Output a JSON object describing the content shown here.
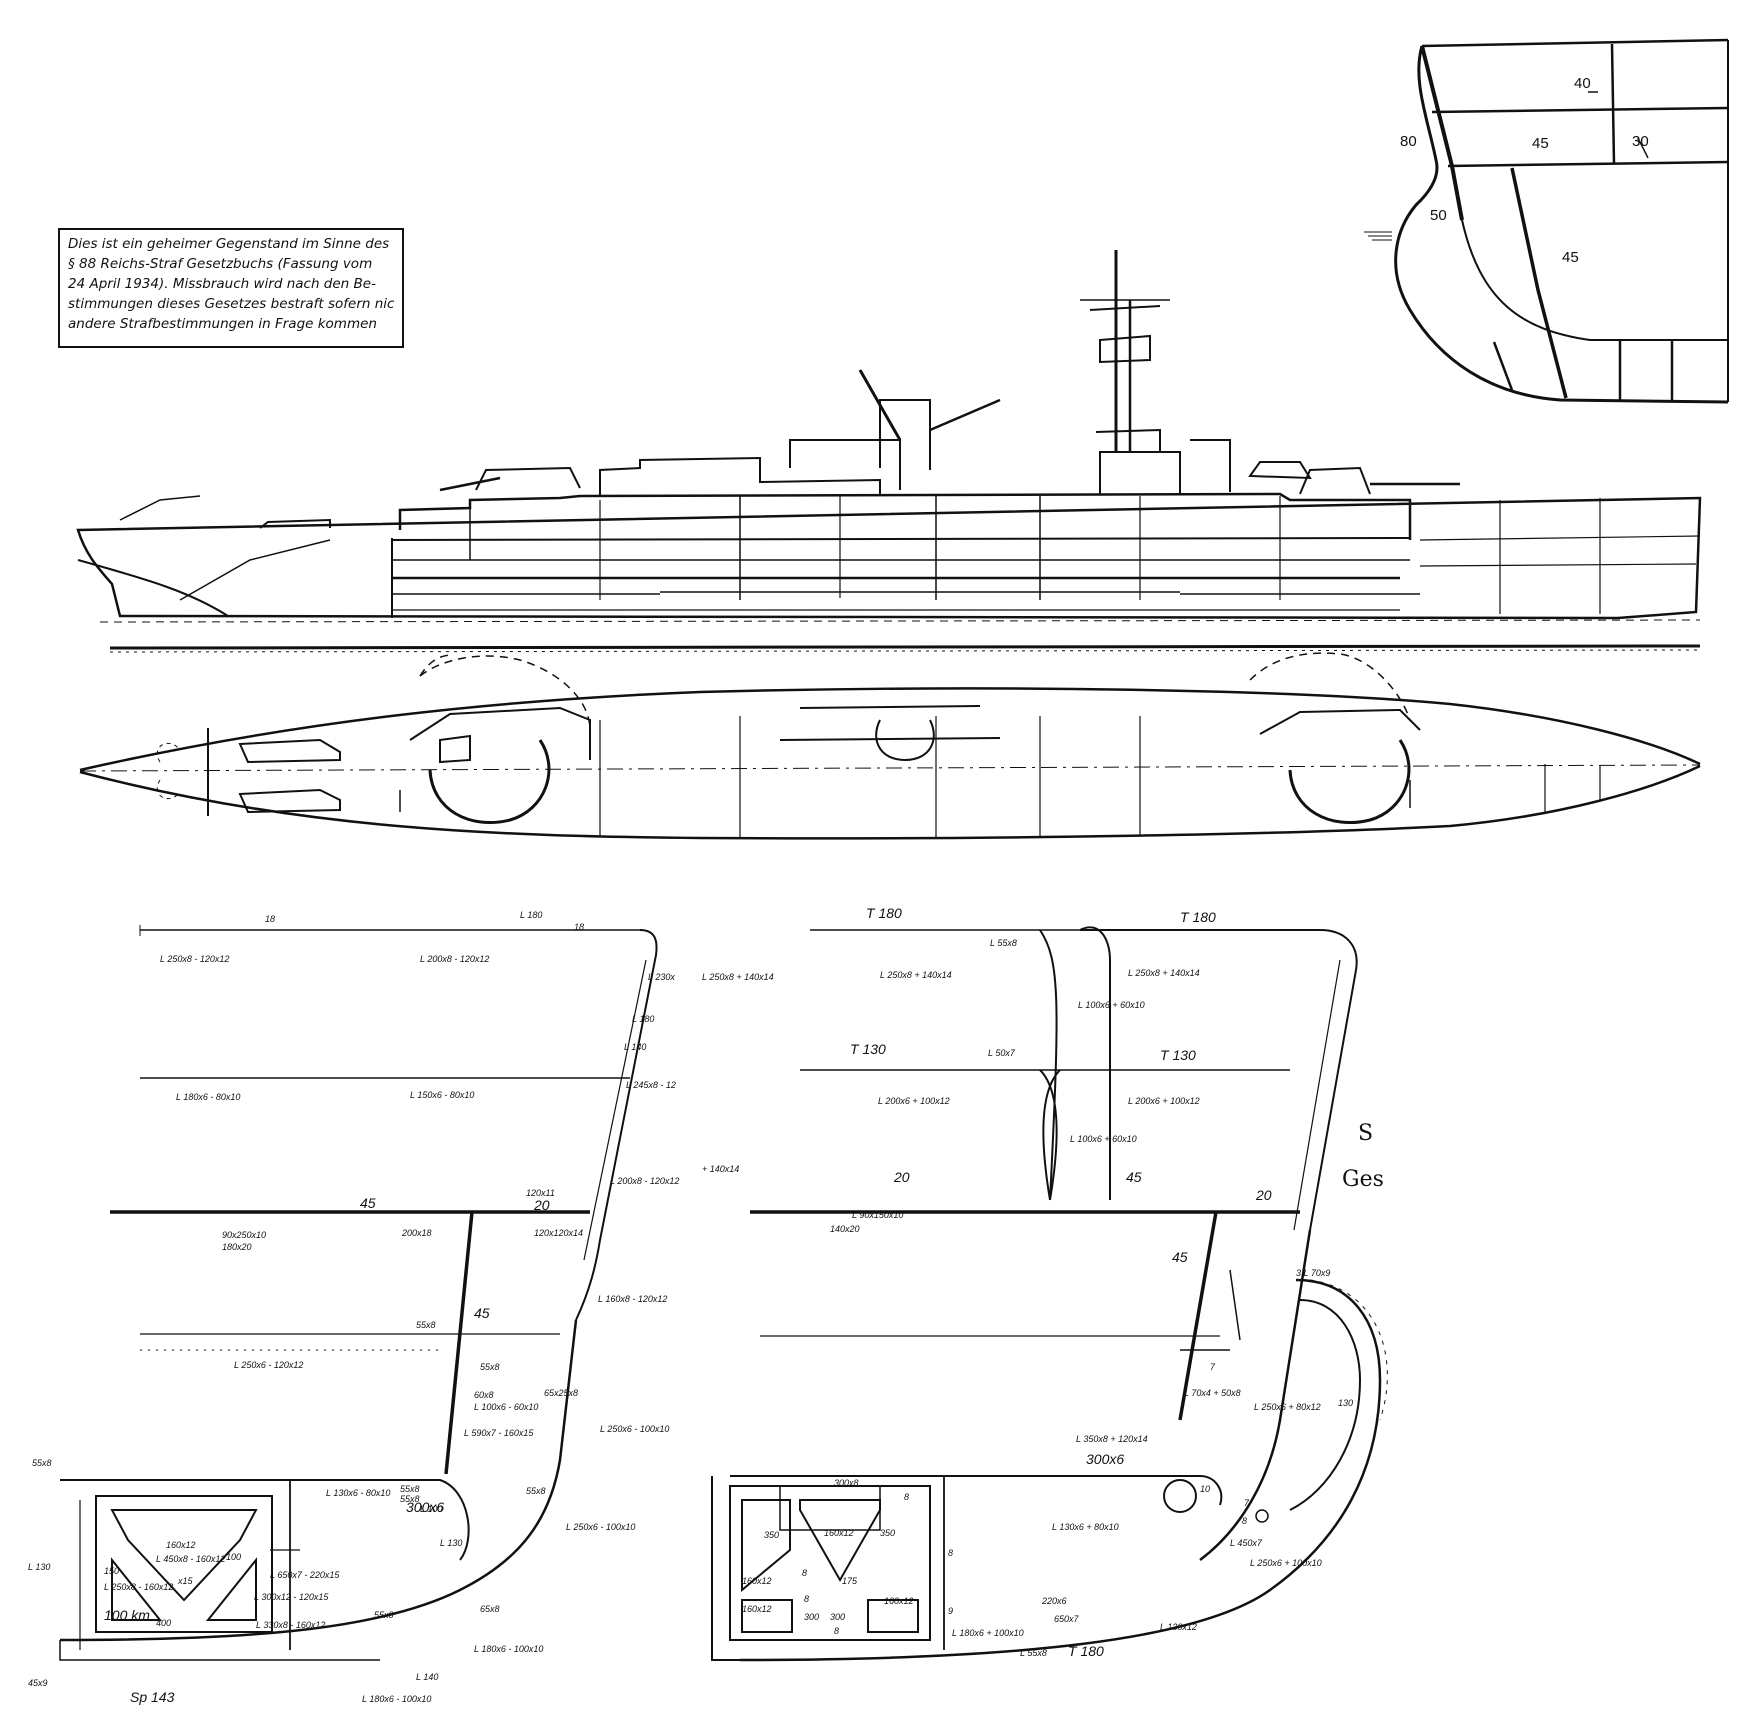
{
  "notice": {
    "lines": [
      "Dies ist ein geheimer Gegenstand im Sinne des",
      "§ 88 Reichs-Straf Gesetzbuchs (Fassung vom",
      "24 April 1934). Missbrauch wird nach den Be-",
      "stimmungen dieses Gesetzes bestraft sofern nicht",
      "andere Strafbestimmungen in Frage kommen"
    ]
  },
  "armor_section": {
    "labels": [
      "40",
      "80",
      "45",
      "30",
      "50",
      "45"
    ]
  },
  "left_section": {
    "labels": [
      "18",
      "L 180",
      "18",
      "L 250x8 - 120x12",
      "L 200x8 - 120x12",
      "L 230x",
      "L 180",
      "L 140",
      "L 180x6 - 80x10",
      "L 150x6 - 80x10",
      "L 245x8 - 12",
      "L 200x8 - 120x12",
      "120x11",
      "20",
      "45",
      "90x250x10",
      "180x20",
      "200x18",
      "120x120x14",
      "45",
      "L 160x8 - 120x12",
      "55x8",
      "L 250x6 - 120x12",
      "55x8",
      "60x8",
      "65x25x8",
      "L 100x6 - 60x10",
      "L 590x7 - 160x15",
      "L 250x6 - 100x10",
      "55x8",
      "55x8",
      "L 100",
      "55x8",
      "L 130x6 - 80x10",
      "300x6",
      "L 130",
      "L 250x6 - 100x10",
      "160x12",
      "L 450x8 - 160x12",
      "x15",
      "150",
      "100",
      "L 130",
      "L 250x8 - 160x12",
      "L 300x12 - 120x15",
      "L 650x7 - 220x15",
      "100 km",
      "400",
      "L 330x8 - 160x12",
      "55x8",
      "65x8",
      "L 180x6 - 100x10",
      "L 140",
      "L 180x6 - 100x10",
      "Sp 143",
      "45x9",
      "55x8"
    ]
  },
  "right_section": {
    "labels": [
      "T 180",
      "L 55x8",
      "T 180",
      "L 250x8 + 140x14",
      "L 250x8 + 140x14",
      "L 250x8 + 140x14",
      "L 100x6 + 60x10",
      "T 130",
      "L 50x7",
      "T 130",
      "L 200x6 + 100x12",
      "L 200x6 + 100x12",
      "L 100x6 + 60x10",
      "+ 140x14",
      "20",
      "45",
      "20",
      "L 90x150x10",
      "140x20",
      "45",
      "3 L 70x9",
      "7",
      "L 70x4 + 50x8",
      "L 250x6 + 80x12",
      "130",
      "L 350x8 + 120x14",
      "300x6",
      "300x8",
      "8",
      "350",
      "160x12",
      "350",
      "8",
      "8",
      "L 130x6 + 80x10",
      "10",
      "7",
      "8",
      "L 450x7",
      "L 250x6 + 100x10",
      "160x12",
      "175",
      "8",
      "160x12",
      "160x12",
      "300",
      "300",
      "8",
      "9",
      "L 180x6 + 100x10",
      "220x6",
      "650x7",
      "L 130x12",
      "L 55x8",
      "T 180"
    ],
    "edge_text": [
      "S",
      "Ges"
    ]
  }
}
